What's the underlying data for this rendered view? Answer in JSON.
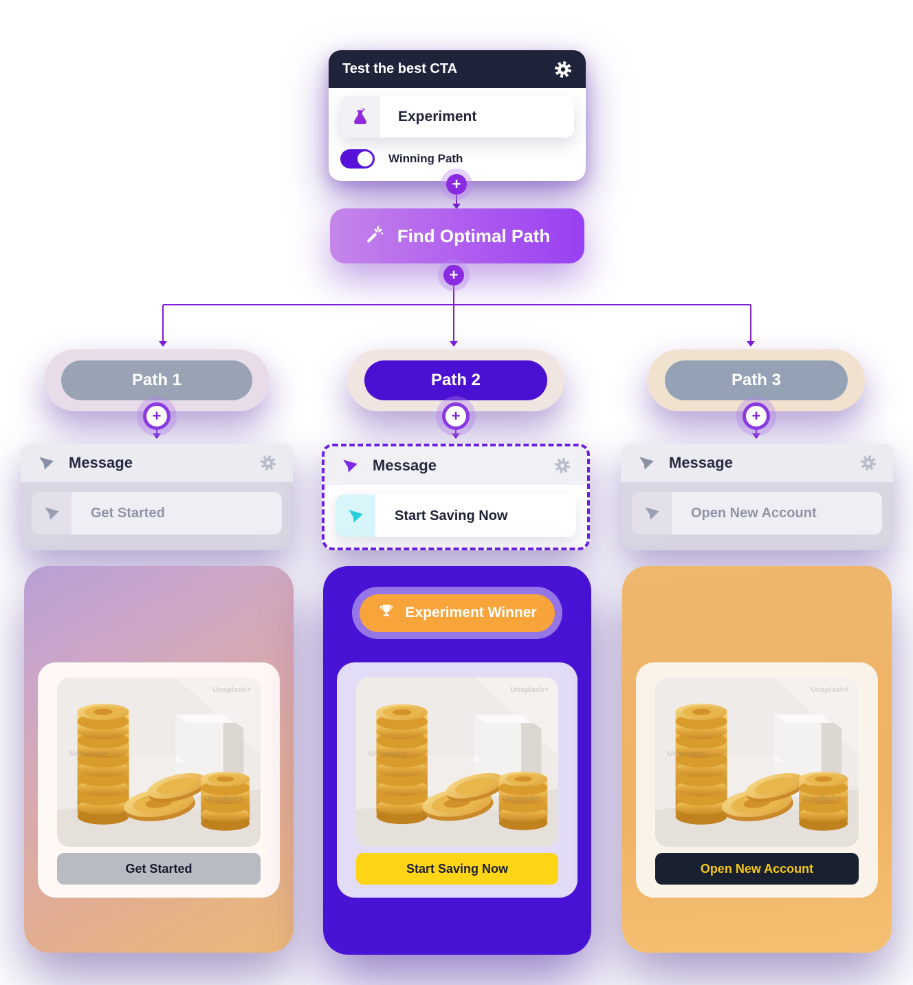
{
  "experiment_node": {
    "title": "Test the best CTA",
    "action_type": "Experiment",
    "toggle_label": "Winning Path",
    "toggle_state": "on"
  },
  "find_optimal_path": {
    "label": "Find Optimal Path"
  },
  "paths": [
    {
      "label": "Path 1",
      "state": "inactive",
      "message": {
        "title": "Message",
        "value": "Get Started"
      },
      "preview": {
        "cta": "Get Started",
        "watermark": "Unsplash+"
      }
    },
    {
      "label": "Path 2",
      "state": "winner",
      "message": {
        "title": "Message",
        "value": "Start Saving Now"
      },
      "preview": {
        "winner_badge": "Experiment Winner",
        "cta": "Start Saving Now",
        "watermark": "Unsplash+"
      }
    },
    {
      "label": "Path 3",
      "state": "inactive",
      "message": {
        "title": "Message",
        "value": "Open New Account"
      },
      "preview": {
        "cta": "Open New Account",
        "watermark": "Unsplash+"
      }
    }
  ],
  "icons": {
    "plus": "+"
  },
  "colors": {
    "accent_purple": "#7C1FD8",
    "node_header_navy": "#20243A",
    "winner_path_purple": "#4B11D3",
    "winner_badge_orange": "#F7A43B",
    "cta_yellow": "#FFD517",
    "cta_dark_navy": "#19202F",
    "toggle_on_purple": "#5712D9",
    "muted_pill_gray": "#99A3B4"
  }
}
